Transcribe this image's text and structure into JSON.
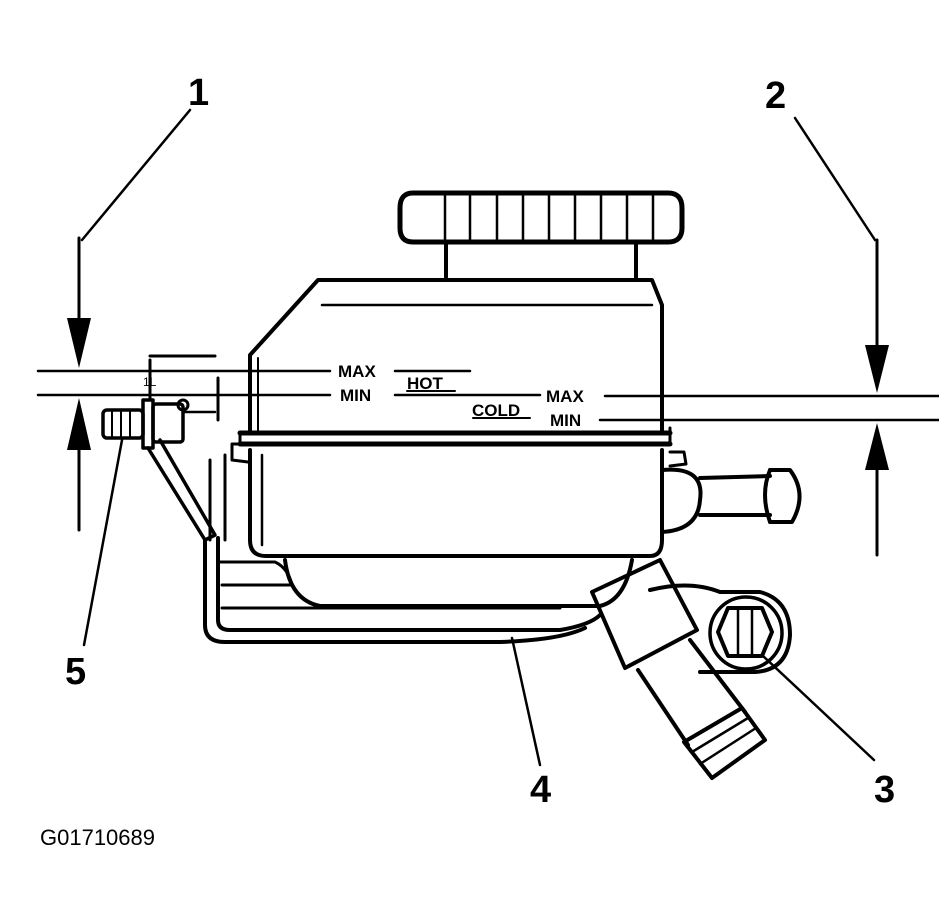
{
  "callouts": {
    "c1": "1",
    "c2": "2",
    "c3": "3",
    "c4": "4",
    "c5": "5"
  },
  "level_marks": {
    "hot_max": "MAX",
    "hot_min": "MIN",
    "hot_label": "HOT",
    "cold_label": "COLD",
    "cold_max": "MAX",
    "cold_min": "MIN",
    "small_mark": "1L"
  },
  "figure_code": "G01710689",
  "colors": {
    "ink": "#000000",
    "paper": "#ffffff"
  }
}
